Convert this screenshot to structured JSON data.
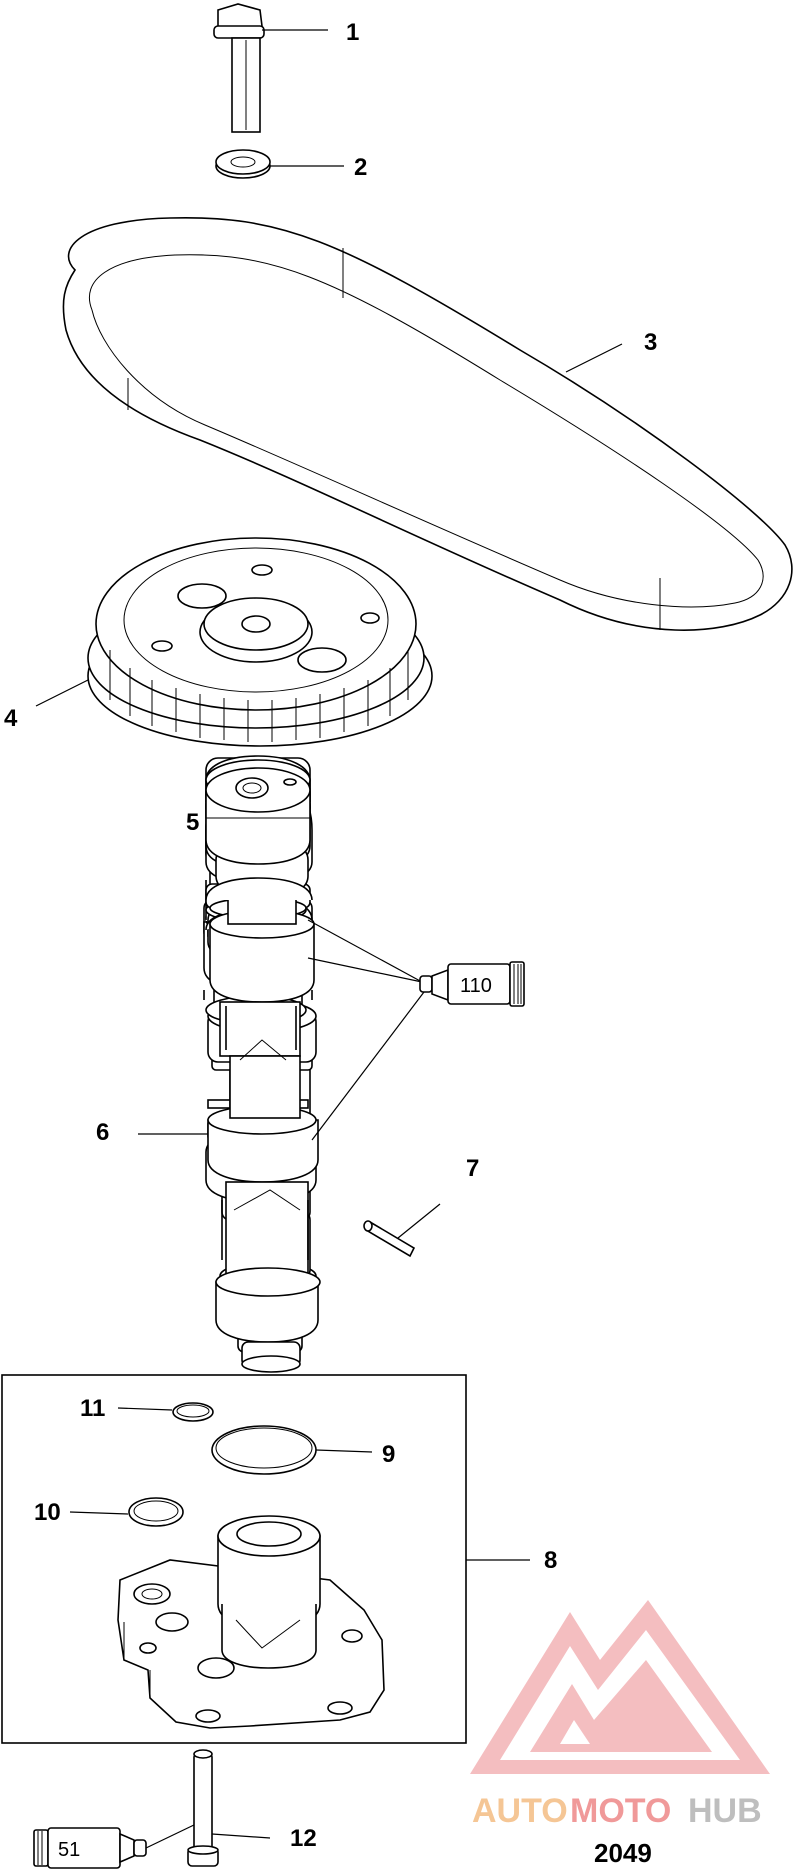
{
  "callouts": {
    "c1": "1",
    "c2": "2",
    "c3": "3",
    "c4": "4",
    "c5": "5",
    "c6": "6",
    "c7": "7",
    "c8": "8",
    "c9": "9",
    "c10": "10",
    "c11": "11",
    "c12": "12"
  },
  "tubes": {
    "t110": "110",
    "t51": "51"
  },
  "watermark": {
    "part1": "AUTO",
    "part2": "MOTO",
    "part3": "HUB",
    "color_red": "#e8747a",
    "color_orange": "#f4b26a",
    "color_gray": "#b5b5b5"
  },
  "figure_number": "2049"
}
